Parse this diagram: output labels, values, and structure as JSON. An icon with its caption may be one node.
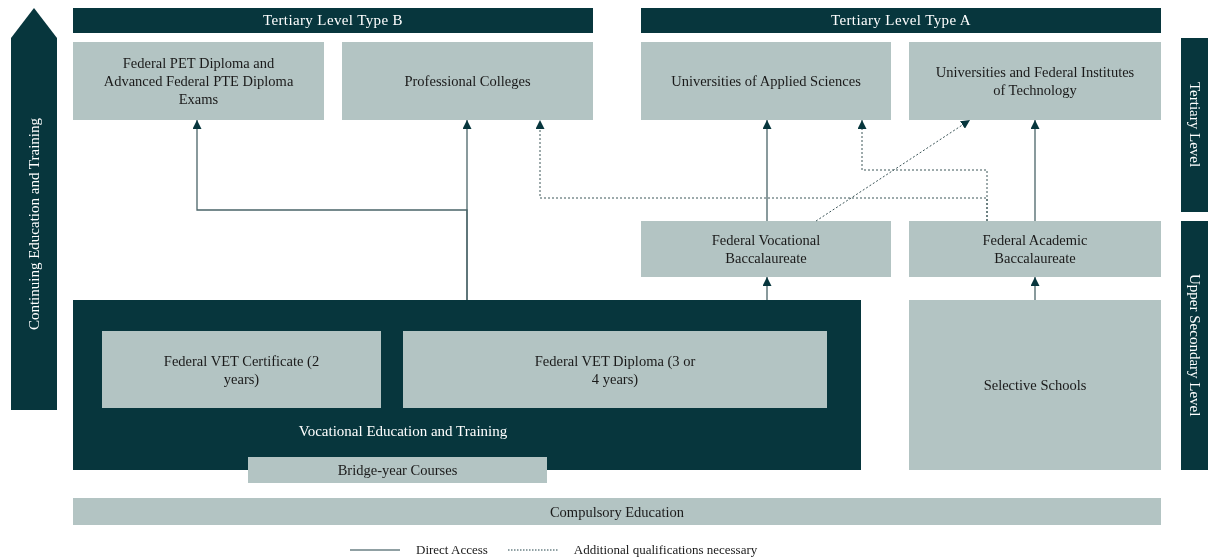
{
  "diagram": {
    "nodes": [
      {
        "text": [
          "Tertiary Level Type B"
        ]
      },
      {
        "text": [
          "Tertiary Level Type A"
        ]
      },
      {
        "text": [
          "Federal PET Diploma and Advanced Federal PTE Diploma Exams"
        ]
      },
      {
        "text": [
          "Professional Colleges"
        ]
      },
      {
        "text": [
          "Universities of Applied Sciences"
        ]
      },
      {
        "text": [
          "Universities and Federal Institutes of Technology"
        ]
      },
      {
        "text": [
          "Continuing Education and Training"
        ]
      },
      {
        "text": [
          "Tertiary Level"
        ]
      },
      {
        "text": [
          "Upper Secondary Level"
        ]
      },
      {
        "text": [
          "Federal Vocational Baccalaureate"
        ]
      },
      {
        "text": [
          "Federal Academic Baccalaureate"
        ]
      },
      {
        "text": [
          "Vocational Education and Training"
        ]
      },
      {
        "text": [
          "Federal VET Certificate (2 years)"
        ],
        "in": 11
      },
      {
        "text": [
          "Federal VET Diploma (3 or 4 years)"
        ],
        "in": 11
      },
      {
        "text": [
          "Selective Schools"
        ]
      },
      {
        "text": [
          "Bridge-year Courses"
        ]
      },
      {
        "text": [
          "Compulsory Education"
        ]
      }
    ],
    "edges": [
      {
        "from": 11,
        "to": 2,
        "arrow": "to"
      },
      {
        "from": 11,
        "to": 3,
        "arrow": "to"
      },
      {
        "from": 11,
        "to": 9,
        "arrow": "to"
      },
      {
        "from": 9,
        "to": 4,
        "arrow": "to"
      },
      {
        "from": 9,
        "to": 5,
        "arrow": "to",
        "style": "dashed"
      },
      {
        "from": 10,
        "to": 3,
        "arrow": "to",
        "style": "dashed"
      },
      {
        "from": 10,
        "to": 4,
        "arrow": "to",
        "style": "dashed"
      },
      {
        "from": 10,
        "to": 5,
        "arrow": "to"
      },
      {
        "from": 14,
        "to": 10,
        "arrow": "to"
      }
    ],
    "legend": [
      {
        "text": "Direct Access"
      },
      {
        "text": "Additional qualifications necessary"
      }
    ]
  }
}
